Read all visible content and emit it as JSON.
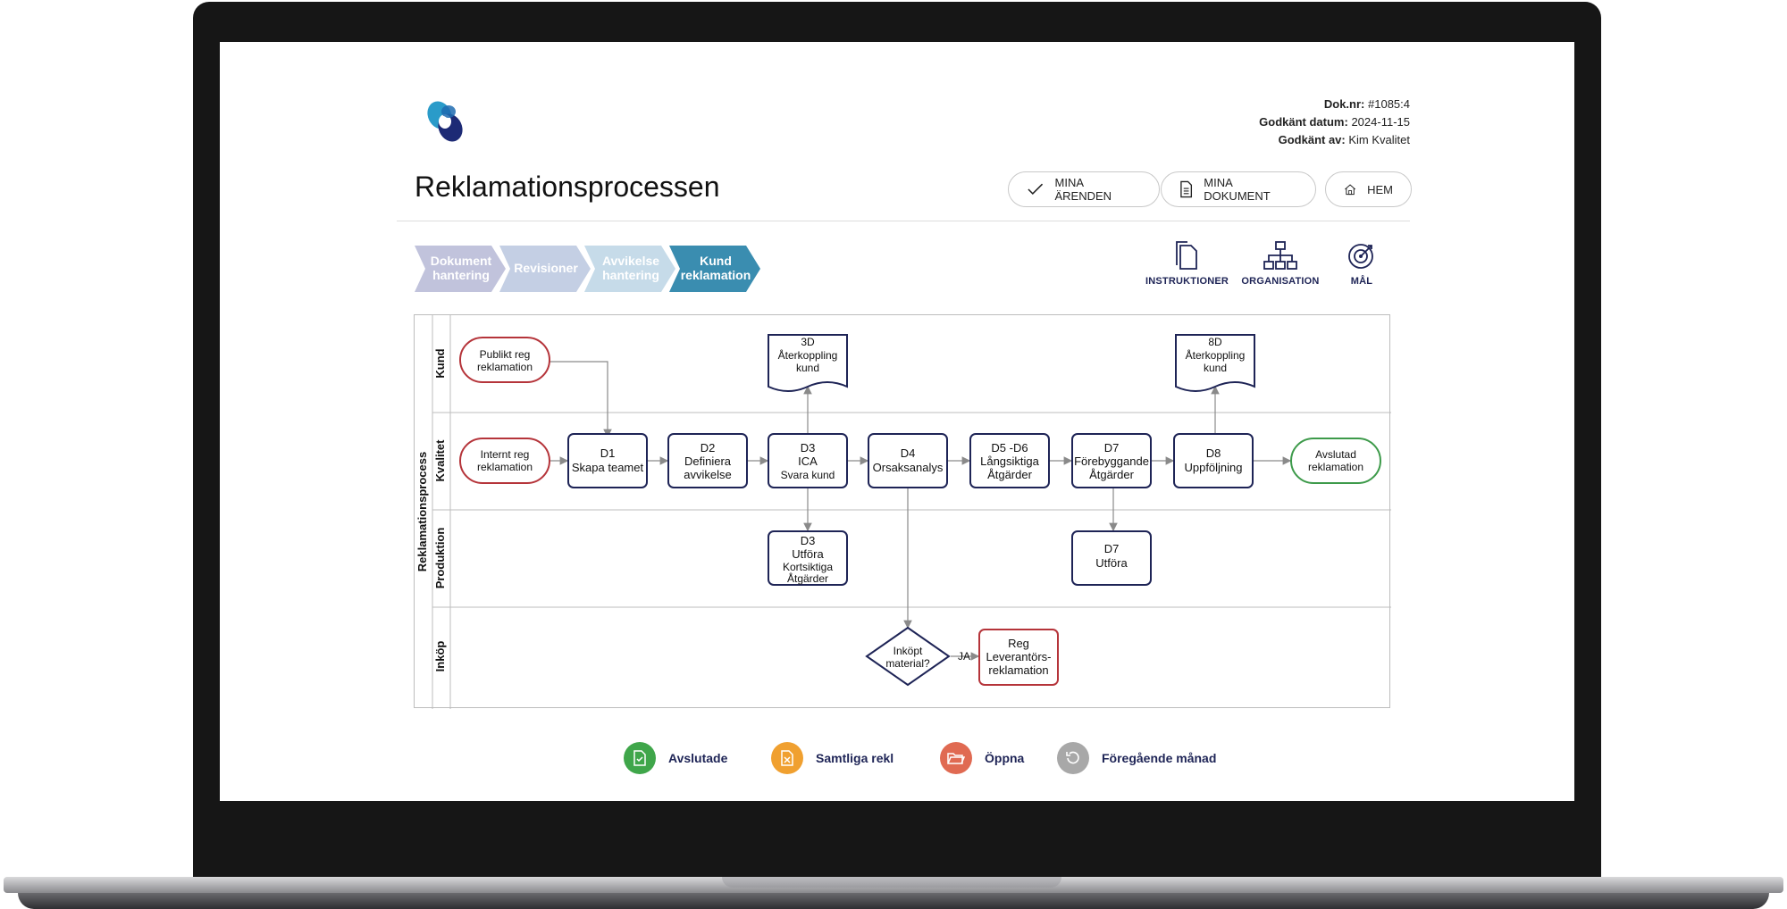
{
  "doc_meta": {
    "doc_nr_label": "Dok.nr:",
    "doc_nr": "#1085:4",
    "approved_date_label": "Godkänt datum:",
    "approved_date": "2024-11-15",
    "approved_by_label": "Godkänt av:",
    "approved_by": "Kim Kvalitet"
  },
  "page_title": "Reklamationsprocessen",
  "nav": {
    "my_cases": "MINA ÄRENDEN",
    "my_docs": "MINA DOKUMENT",
    "home": "HEM"
  },
  "breadcrumbs": [
    {
      "line1": "Dokument",
      "line2": "hantering",
      "color": "#c1c3dc"
    },
    {
      "line1": "Revisioner",
      "line2": "",
      "color": "#c4cfe4"
    },
    {
      "line1": "Avvikelse",
      "line2": "hantering",
      "color": "#c6dbe9"
    },
    {
      "line1": "Kund",
      "line2": "reklamation",
      "color": "#3a8db0"
    }
  ],
  "top_icons": {
    "instructions": "INSTRUKTIONER",
    "organisation": "ORGANISATION",
    "goals": "MÅL"
  },
  "diagram": {
    "pool_label": "Reklamationsprocess",
    "lanes": [
      "Kund",
      "Kvalitet",
      "Produktion",
      "Inköp"
    ],
    "public_reg": [
      "Publikt reg",
      "reklamation"
    ],
    "internal_reg": [
      "Internt reg",
      "reklamation"
    ],
    "d1": [
      "D1",
      "Skapa teamet"
    ],
    "d2": [
      "D2",
      "Definiera",
      "avvikelse"
    ],
    "d3": [
      "D3",
      "ICA",
      "Svara kund"
    ],
    "d4": [
      "D4",
      "Orsaksanalys"
    ],
    "d5d6": [
      "D5 -D6",
      "Långsiktiga",
      "Åtgärder"
    ],
    "d7": [
      "D7",
      "Förebyggande",
      "Åtgärder"
    ],
    "d8": [
      "D8",
      "Uppföljning"
    ],
    "closed": [
      "Avslutad",
      "reklamation"
    ],
    "feedback_3d": [
      "3D",
      "Återkoppling",
      "kund"
    ],
    "feedback_8d": [
      "8D",
      "Återkoppling",
      "kund"
    ],
    "d3_prod": [
      "D3",
      "Utföra",
      "Kortsiktiga",
      "Åtgärder"
    ],
    "d7_prod": [
      "D7",
      "Utföra"
    ],
    "decision": [
      "Inköpt",
      "material?"
    ],
    "yes_label": "JA",
    "supplier": [
      "Reg",
      "Leverantörs-",
      "reklamation"
    ]
  },
  "legend": {
    "closed": "Avslutade",
    "all": "Samtliga rekl",
    "open": "Öppna",
    "previous": "Föregående månad"
  },
  "colors": {
    "navy": "#1e2456",
    "red": "#b5343a",
    "green": "#3d9a4a",
    "legend_green": "#3fa64a",
    "legend_orange": "#f0a030",
    "legend_red": "#e06a52",
    "legend_gray": "#a8a8a8"
  }
}
